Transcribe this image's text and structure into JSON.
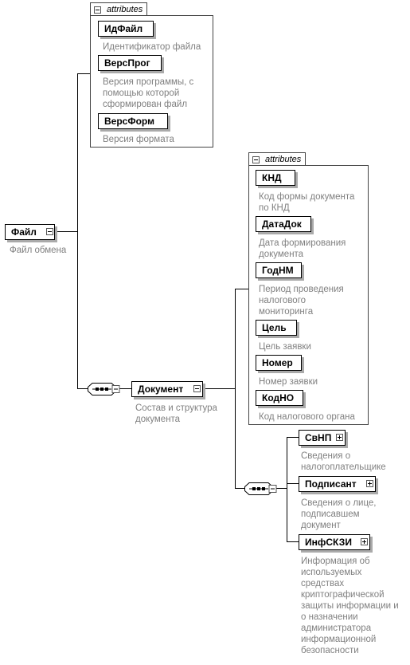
{
  "root": {
    "name": "Файл",
    "desc": "Файл обмена"
  },
  "root_attrs": {
    "header": "attributes",
    "items": [
      {
        "name": "ИдФайл",
        "desc": [
          "Идентификатор файла"
        ]
      },
      {
        "name": "ВерсПрог",
        "desc": [
          "Версия программы, с",
          "помощью которой",
          "сформирован файл"
        ]
      },
      {
        "name": "ВерсФорм",
        "desc": [
          "Версия формата"
        ]
      }
    ]
  },
  "document": {
    "name": "Документ",
    "desc": [
      "Состав и структура",
      "документа"
    ]
  },
  "doc_attrs": {
    "header": "attributes",
    "items": [
      {
        "name": "КНД",
        "desc": [
          "Код формы документа",
          "по КНД"
        ]
      },
      {
        "name": "ДатаДок",
        "desc": [
          "Дата формирования",
          "документа"
        ]
      },
      {
        "name": "ГодНМ",
        "desc": [
          "Период проведения",
          "налогового",
          "мониторинга"
        ]
      },
      {
        "name": "Цель",
        "desc": [
          "Цель заявки"
        ]
      },
      {
        "name": "Номер",
        "desc": [
          "Номер заявки"
        ]
      },
      {
        "name": "КодНО",
        "desc": [
          "Код налогового органа"
        ]
      }
    ]
  },
  "children": [
    {
      "name": "СвНП",
      "desc": [
        "Сведения о",
        "налогоплательщике"
      ]
    },
    {
      "name": "Подписант",
      "desc": [
        "Сведения о лице,",
        "подписавшем",
        "документ"
      ]
    },
    {
      "name": "ИнфСКЗИ",
      "desc": [
        "Информация об",
        "используемых",
        "средствах",
        "криптографической",
        "защиты информации и",
        "о назначении",
        "администратора",
        "информационной",
        "безопасности"
      ]
    }
  ],
  "colors": {
    "line": "#000000",
    "description": "#808080",
    "shadow": "#aaaaaa"
  },
  "icons": {
    "collapse": "minus-box-icon",
    "expand": "plus-box-icon",
    "sequence": "sequence-compositor-icon"
  }
}
